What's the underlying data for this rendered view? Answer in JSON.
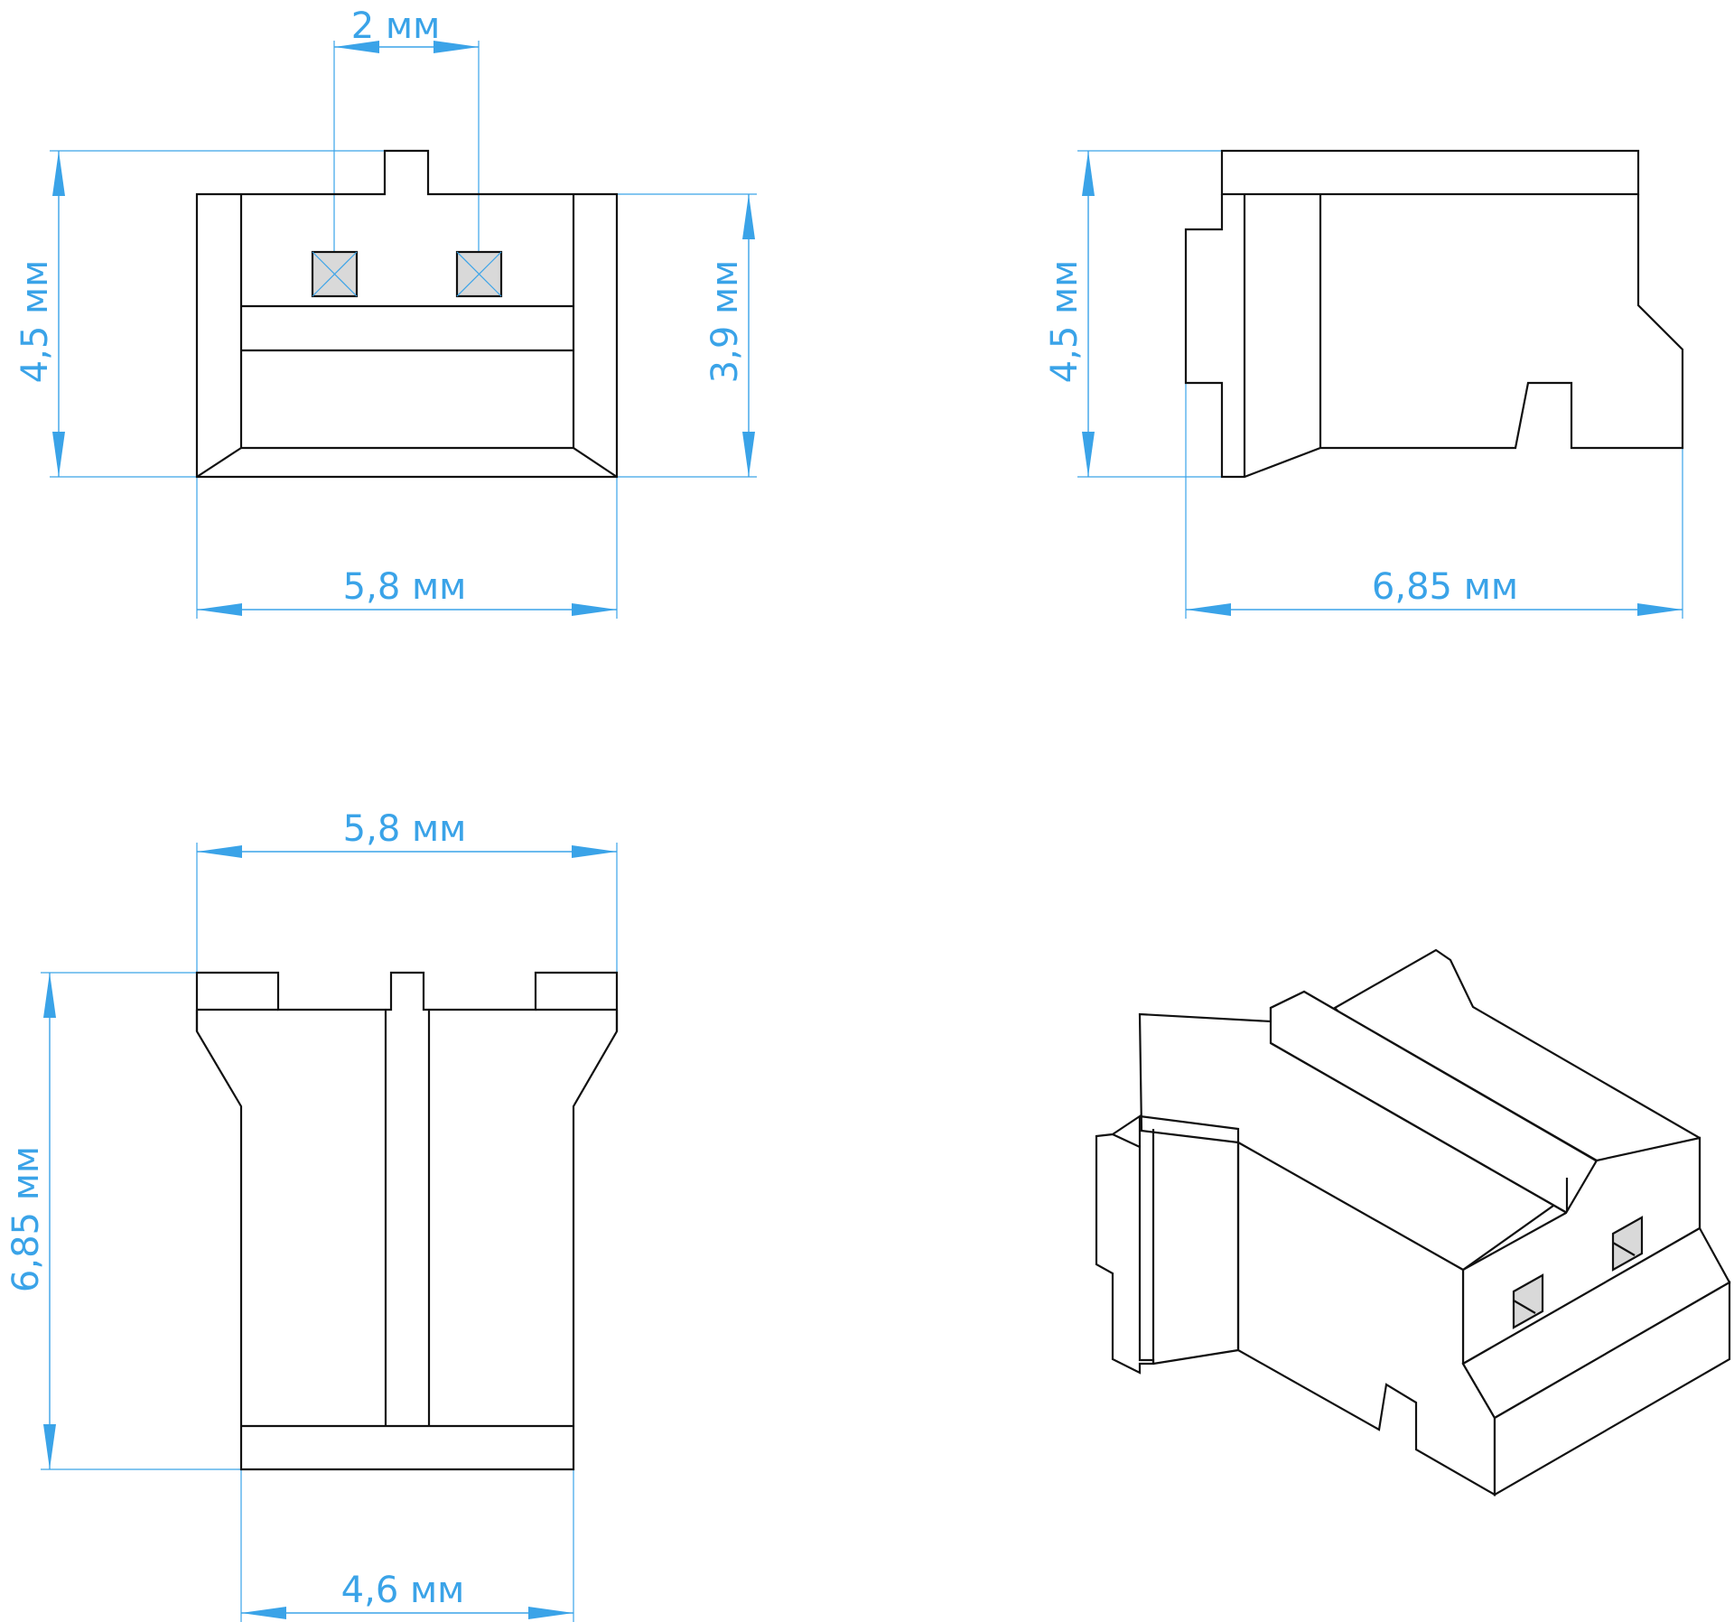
{
  "colors": {
    "dimension": "#3aa3e8",
    "outline": "#111111",
    "pin_fill": "#d9d9d9"
  },
  "front_view": {
    "pitch_label": "2 мм",
    "height_label": "4,5 мм",
    "inner_height_label": "3,9 мм",
    "width_label": "5,8 мм"
  },
  "side_view": {
    "height_label": "4,5 мм",
    "length_label": "6,85 мм"
  },
  "top_view": {
    "width_label": "5,8 мм",
    "length_label": "6,85 мм",
    "inner_width_label": "4,6 мм"
  }
}
